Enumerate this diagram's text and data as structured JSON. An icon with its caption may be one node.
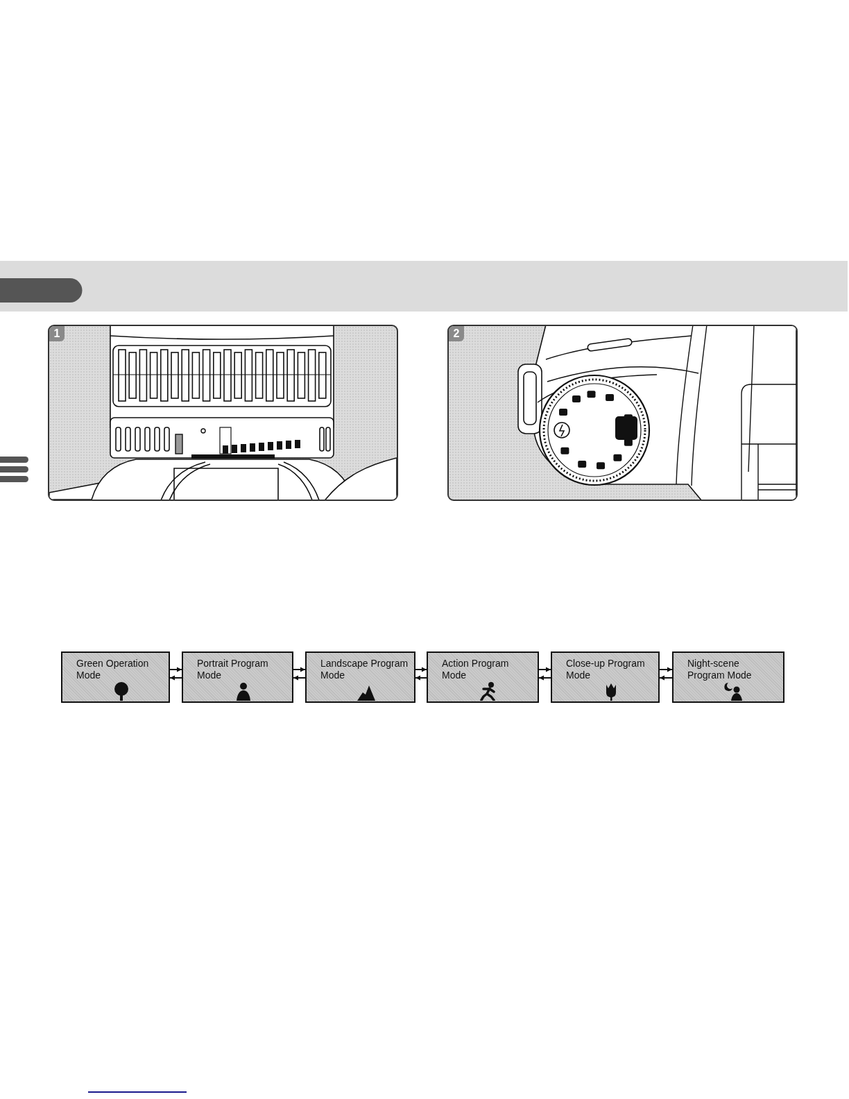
{
  "diagram": {
    "nodes": [
      {
        "text": [
          "Green Operation Mode"
        ]
      },
      {
        "text": [
          "Portrait Program Mode"
        ]
      },
      {
        "text": [
          "Landscape Program Mode"
        ]
      },
      {
        "text": [
          "Action Program Mode"
        ]
      },
      {
        "text": [
          "Close-up Program Mode"
        ]
      },
      {
        "text": [
          "Night-scene Program Mode"
        ]
      }
    ],
    "edges": [
      {
        "from": 0,
        "to": 1,
        "arrow": "to"
      },
      {
        "from": 1,
        "to": 0,
        "arrow": "to"
      },
      {
        "from": 1,
        "to": 2,
        "arrow": "to"
      },
      {
        "from": 2,
        "to": 1,
        "arrow": "to"
      },
      {
        "from": 2,
        "to": 3,
        "arrow": "to"
      },
      {
        "from": 3,
        "to": 2,
        "arrow": "to"
      },
      {
        "from": 3,
        "to": 4,
        "arrow": "to"
      },
      {
        "from": 4,
        "to": 3,
        "arrow": "to"
      },
      {
        "from": 4,
        "to": 5,
        "arrow": "to"
      },
      {
        "from": 5,
        "to": 4,
        "arrow": "to"
      }
    ],
    "labels": [
      "1",
      "2"
    ]
  }
}
